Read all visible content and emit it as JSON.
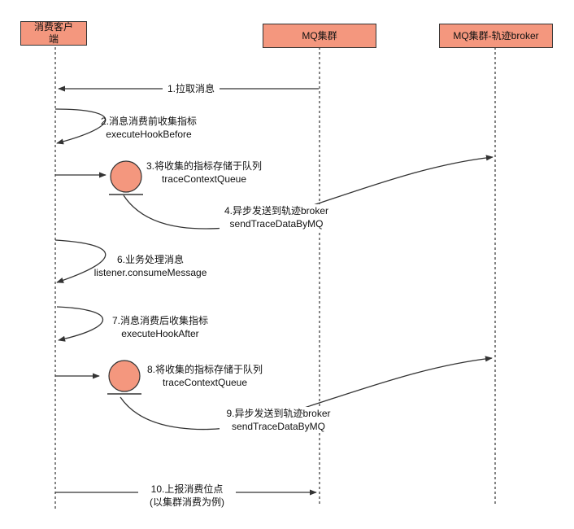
{
  "actors": {
    "client": "消费客户端",
    "mq": "MQ集群",
    "trace": "MQ集群-轨迹broker"
  },
  "messages": [
    {
      "line1": "1.拉取消息",
      "line2": ""
    },
    {
      "line1": "2.消息消费前收集指标",
      "line2": "executeHookBefore"
    },
    {
      "line1": "3.将收集的指标存储于队列",
      "line2": "traceContextQueue"
    },
    {
      "line1": "4.异步发送到轨迹broker",
      "line2": "sendTraceDataByMQ"
    },
    {
      "line1": "6.业务处理消息",
      "line2": "listener.consumeMessage"
    },
    {
      "line1": "7.消息消费后收集指标",
      "line2": "executeHookAfter"
    },
    {
      "line1": "8.将收集的指标存储于队列",
      "line2": "traceContextQueue"
    },
    {
      "line1": "9.异步发送到轨迹broker",
      "line2": "sendTraceDataByMQ"
    },
    {
      "line1": "10.上报消费位点",
      "line2": "(以集群消费为例)"
    }
  ],
  "colors": {
    "actor_fill": "#f4977e",
    "queue_fill": "#f4977e",
    "line": "#333333"
  }
}
